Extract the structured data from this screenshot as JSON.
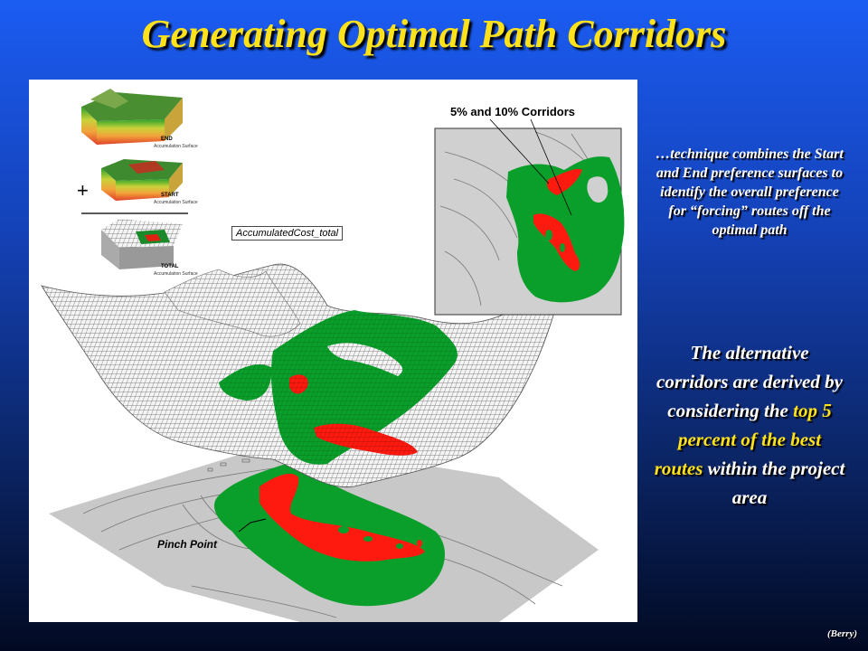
{
  "slide": {
    "title": "Generating Optimal Path Corridors",
    "credit": "(Berry)"
  },
  "figure": {
    "cost_surface_label": "AccumulatedCost_total",
    "inset_title": "5% and 10% Corridors",
    "pinch_point_label": "Pinch Point",
    "plus_sign": "+",
    "thumbnails": [
      {
        "label": "END",
        "sub": "Accumulation Surface"
      },
      {
        "label": "START",
        "sub": "Accumulation Surface"
      },
      {
        "label": "TOTAL",
        "sub": "Accumulation Surface"
      }
    ],
    "colors": {
      "corridor_10pct": "#0a9e2a",
      "corridor_5pct": "#ff1a10",
      "mesh": "#555555",
      "map_base": "#c8c8c8"
    }
  },
  "notes": {
    "paragraph1": "…technique combines the Start and End preference surfaces to identify the overall preference for “forcing” routes off the optimal path",
    "p2_before": "The alternative corridors are derived by considering the",
    "p2_highlight": "top 5 percent of the best routes",
    "p2_after": "within the project area"
  }
}
